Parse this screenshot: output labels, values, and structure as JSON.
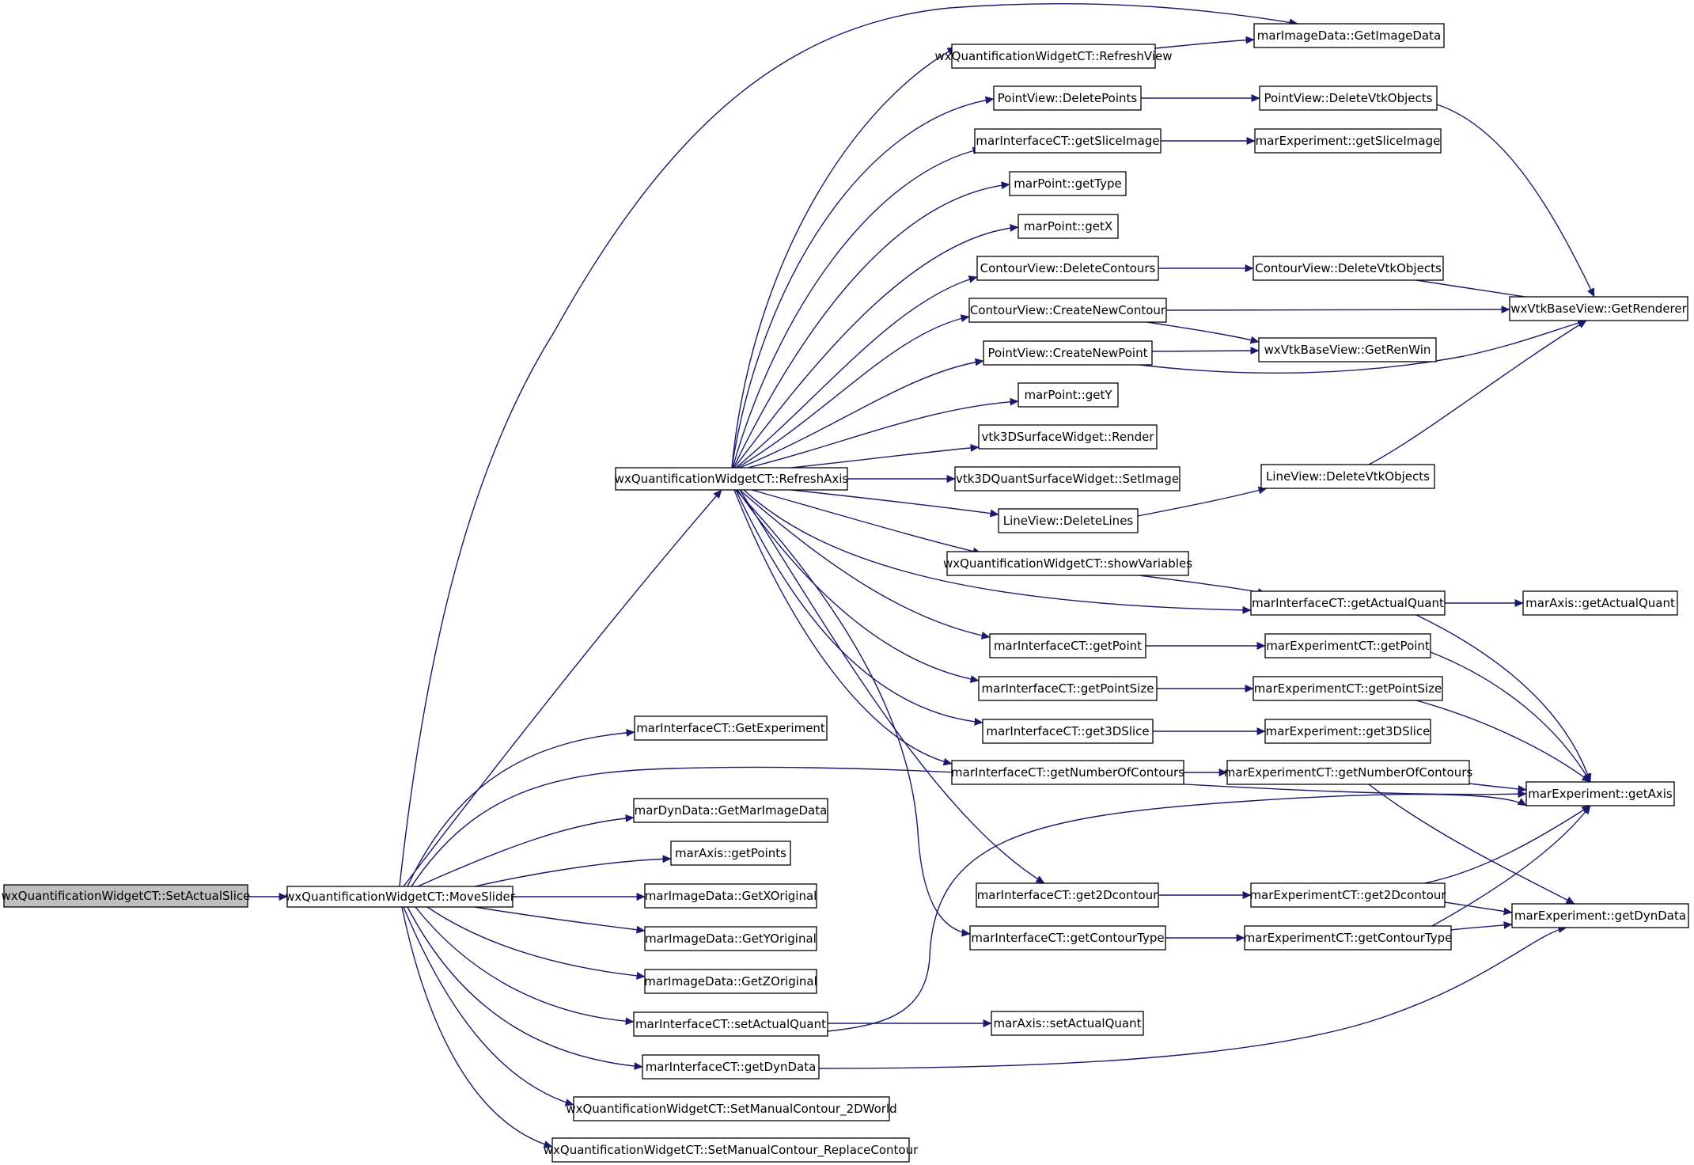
{
  "colors": {
    "edge": "#191970",
    "node_fill": "#ffffff",
    "node_border": "#000000",
    "root_fill": "#bfbfbf",
    "highlight_border": "#ff0000"
  },
  "nodes": {
    "setActualSlice": "wxQuantificationWidgetCT::SetActualSlice",
    "moveSlider": "wxQuantificationWidgetCT::MoveSlider",
    "refreshAxis": "wxQuantificationWidgetCT::RefreshAxis",
    "getExperiment": "marInterfaceCT::GetExperiment",
    "getMarImageData": "marDynData::GetMarImageData",
    "getPoints": "marAxis::getPoints",
    "getXOriginal": "marImageData::GetXOriginal",
    "getYOriginal": "marImageData::GetYOriginal",
    "getZOriginal": "marImageData::GetZOriginal",
    "ifSetActualQuant": "marInterfaceCT::setActualQuant",
    "ifGetDynData": "marInterfaceCT::getDynData",
    "setManual2D": "wxQuantificationWidgetCT::SetManualContour_2DWorld",
    "setManualReplace": "wxQuantificationWidgetCT::SetManualContour_ReplaceContour",
    "refreshView": "wxQuantificationWidgetCT::RefreshView",
    "getImageData": "marImageData::GetImageData",
    "pvDeletePoints": "PointView::DeletePoints",
    "pvDeleteVtk": "PointView::DeleteVtkObjects",
    "ifGetSliceImage": "marInterfaceCT::getSliceImage",
    "expGetSliceImage": "marExperiment::getSliceImage",
    "ptGetType": "marPoint::getType",
    "ptGetX": "marPoint::getX",
    "cvDeleteContours": "ContourView::DeleteContours",
    "cvDeleteVtk": "ContourView::DeleteVtkObjects",
    "getRenderer": "wxVtkBaseView::GetRenderer",
    "cvCreateNewContour": "ContourView::CreateNewContour",
    "pvCreateNewPoint": "PointView::CreateNewPoint",
    "getRenWin": "wxVtkBaseView::GetRenWin",
    "ptGetY": "marPoint::getY",
    "vtkRender": "vtk3DSurfaceWidget::Render",
    "vtkSetImage": "vtk3DQuantSurfaceWidget::SetImage",
    "lvDeleteVtk": "LineView::DeleteVtkObjects",
    "lvDeleteLines": "LineView::DeleteLines",
    "showVariables": "wxQuantificationWidgetCT::showVariables",
    "ifGetActualQuant": "marInterfaceCT::getActualQuant",
    "axGetActualQuant": "marAxis::getActualQuant",
    "ifGetPoint": "marInterfaceCT::getPoint",
    "expGetPoint": "marExperimentCT::getPoint",
    "ifGetPointSize": "marInterfaceCT::getPointSize",
    "expGetPointSize": "marExperimentCT::getPointSize",
    "ifGet3DSlice": "marInterfaceCT::get3DSlice",
    "expGet3DSlice": "marExperiment::get3DSlice",
    "ifGetNumContours": "marInterfaceCT::getNumberOfContours",
    "expGetNumContours": "marExperimentCT::getNumberOfContours",
    "expGetAxis": "marExperiment::getAxis",
    "ifGet2Dcontour": "marInterfaceCT::get2Dcontour",
    "expGet2Dcontour": "marExperimentCT::get2Dcontour",
    "expGetDynData": "marExperiment::getDynData",
    "ifGetContourType": "marInterfaceCT::getContourType",
    "expGetContourType": "marExperimentCT::getContourType",
    "axSetActualQuant": "marAxis::setActualQuant"
  }
}
